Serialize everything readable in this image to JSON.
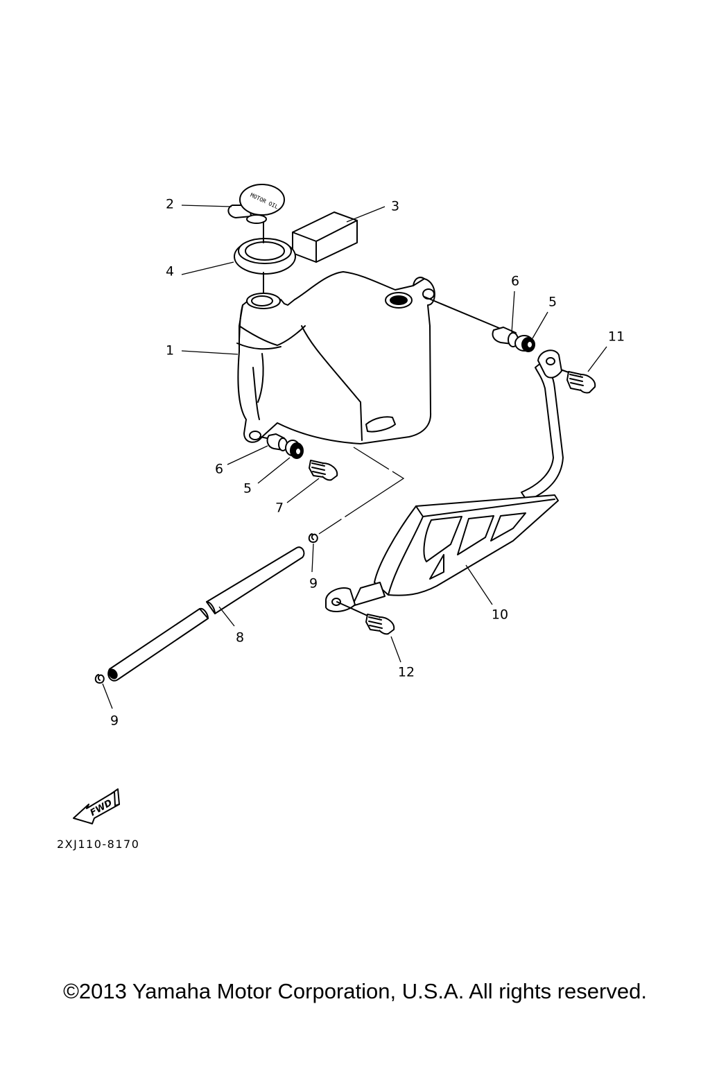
{
  "diagram": {
    "cap_text": "MOTOR OIL",
    "fwd_label": "FWD",
    "diagram_code": "2XJ110-8170",
    "callouts": [
      {
        "id": "1",
        "label": "1"
      },
      {
        "id": "2",
        "label": "2"
      },
      {
        "id": "3",
        "label": "3"
      },
      {
        "id": "4",
        "label": "4"
      },
      {
        "id": "5a",
        "label": "5"
      },
      {
        "id": "5b",
        "label": "5"
      },
      {
        "id": "6a",
        "label": "6"
      },
      {
        "id": "6b",
        "label": "6"
      },
      {
        "id": "7",
        "label": "7"
      },
      {
        "id": "8",
        "label": "8"
      },
      {
        "id": "9a",
        "label": "9"
      },
      {
        "id": "9b",
        "label": "9"
      },
      {
        "id": "10",
        "label": "10"
      },
      {
        "id": "11",
        "label": "11"
      },
      {
        "id": "12",
        "label": "12"
      }
    ]
  },
  "footer": {
    "copyright": "©2013 Yamaha Motor Corporation, U.S.A. All rights reserved."
  }
}
